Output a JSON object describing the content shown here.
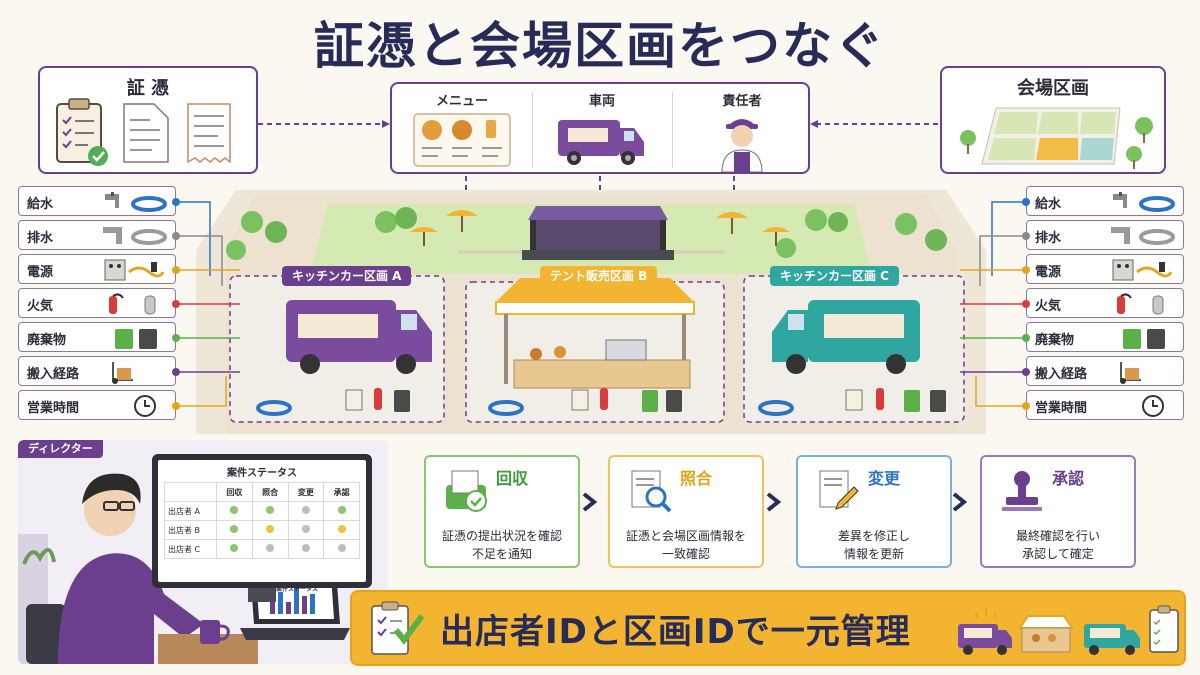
{
  "title": "証憑と会場区画をつなぐ",
  "top": {
    "documents_label": "証 憑",
    "venue_label": "会場区画",
    "center": {
      "menu_label": "メニュー",
      "vehicle_label": "車両",
      "manager_label": "責任者"
    }
  },
  "requirements": [
    "給水",
    "排水",
    "電源",
    "火気",
    "廃棄物",
    "搬入経路",
    "営業時間"
  ],
  "icons": {
    "water": "faucet-hose-icon",
    "drain": "drain-pipe-icon",
    "power": "power-panel-plug-icon",
    "fire": "extinguisher-gas-icon",
    "waste": "trash-bins-icon",
    "route": "hand-truck-icon",
    "hours": "clock-icon"
  },
  "zones": {
    "a": "キッチンカー区画 A",
    "b": "テント販売区画 B",
    "c": "キッチンカー区画 C"
  },
  "director": {
    "tag": "ディレクター",
    "status_title": "案件ステータス",
    "columns": [
      "回収",
      "照合",
      "変更",
      "承認"
    ],
    "rows": [
      {
        "name": "出店者 A",
        "states": [
          "green",
          "green",
          "gray",
          "green"
        ]
      },
      {
        "name": "出店者 B",
        "states": [
          "green",
          "yellow",
          "gray",
          "yellow"
        ]
      },
      {
        "name": "出店者 C",
        "states": [
          "green",
          "gray",
          "gray",
          "gray"
        ]
      }
    ],
    "laptop_title": "案件ステータス"
  },
  "steps": [
    {
      "name": "回収",
      "desc1": "証憑の提出状況を確認",
      "desc2": "不足を通知"
    },
    {
      "name": "照合",
      "desc1": "証憑と会場区画情報を",
      "desc2": "一致確認"
    },
    {
      "name": "変更",
      "desc1": "差異を修正し",
      "desc2": "情報を更新"
    },
    {
      "name": "承認",
      "desc1": "最終確認を行い",
      "desc2": "承認して確定"
    }
  ],
  "banner": "出店者IDと区画IDで一元管理",
  "colors": {
    "purple": "#6b3f8e",
    "orange": "#f3b431",
    "teal": "#2fa7a0",
    "green": "#5bb04a",
    "navy": "#262b57"
  }
}
